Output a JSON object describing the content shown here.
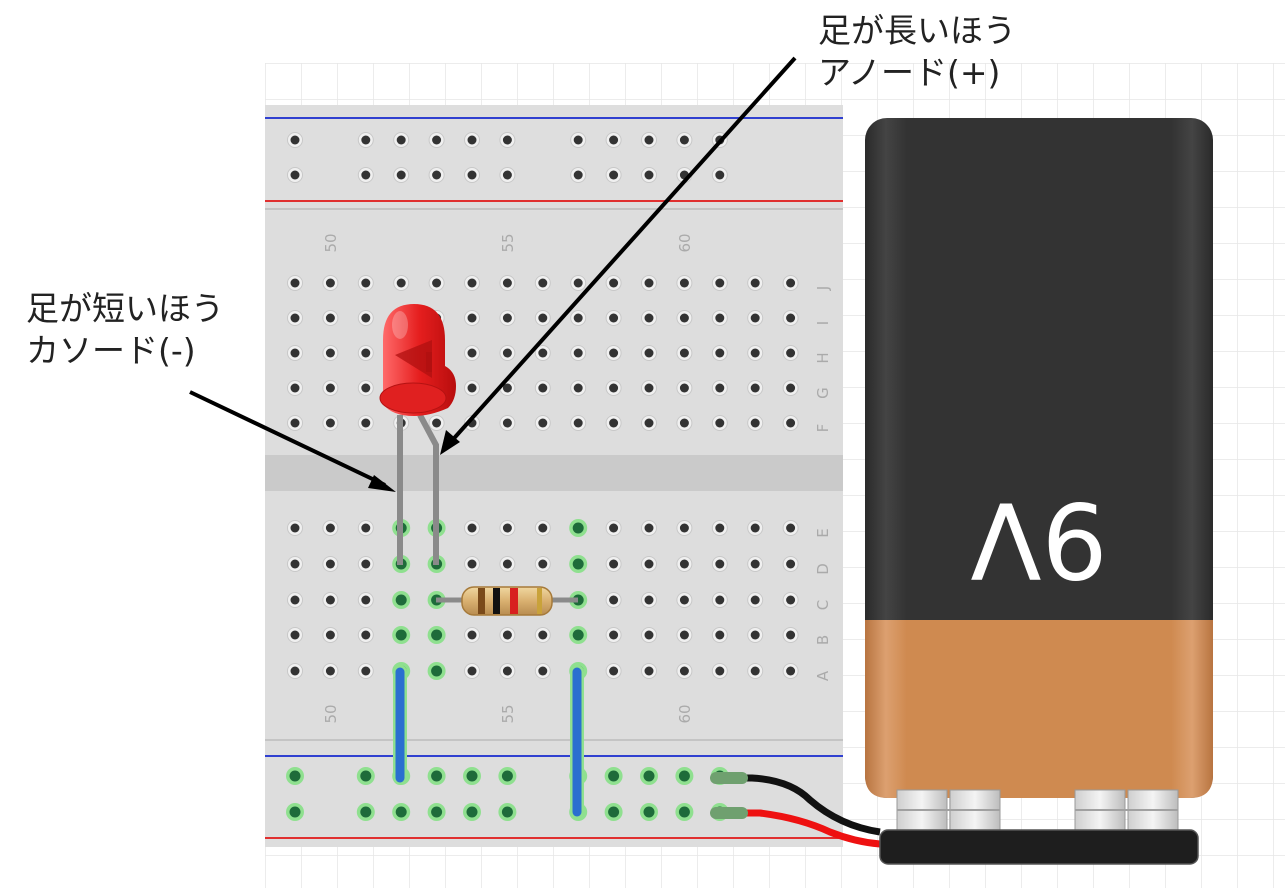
{
  "labels": {
    "anode_line1": "足が長いほう",
    "anode_line2": "アノード(+)",
    "cathode_line1": "足が短いほう",
    "cathode_line2": "カソード(-)"
  },
  "breadboard": {
    "column_numbers_top": [
      "50",
      "55",
      "60"
    ],
    "column_numbers_bottom": [
      "50",
      "55",
      "60"
    ],
    "row_letters_top": [
      "J",
      "I",
      "H",
      "G",
      "F"
    ],
    "row_letters_bottom": [
      "E",
      "D",
      "C",
      "B",
      "A"
    ]
  },
  "battery": {
    "voltage_label": "9V"
  },
  "colors": {
    "grid_line": "#e8e8e8",
    "board": "#dcdcdc",
    "rail_red": "#e03030",
    "rail_blue": "#3040d0",
    "led": "#e02020",
    "wire_blue": "#2a6fd0",
    "battery_body": "#333333",
    "battery_band": "#cf8a50",
    "lead_black": "#111111",
    "lead_red": "#ee1111",
    "highlight_green": "#8fe08f"
  }
}
